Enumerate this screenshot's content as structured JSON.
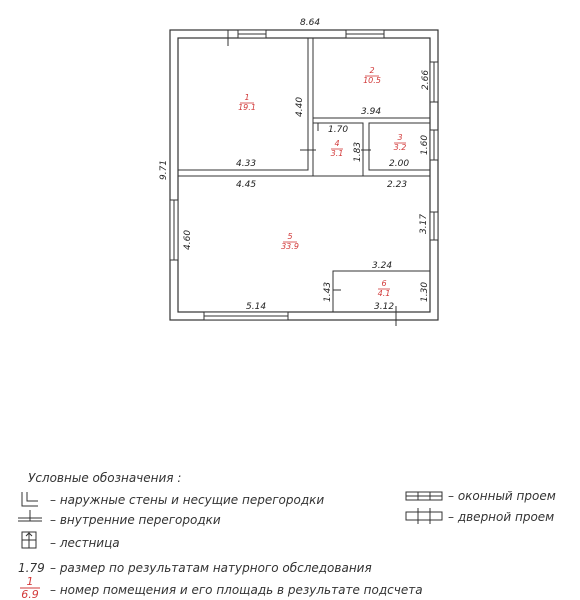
{
  "plan": {
    "dimensions": {
      "top_width": "8.64",
      "left_height": "9.71",
      "room1_height": "4.40",
      "room1_width": "4.33",
      "room2_height": "2.66",
      "room2_width": "3.94",
      "room4_width": "1.70",
      "room4_height": "1.83",
      "room3_height": "1.60",
      "room3_width": "2.00",
      "hall_top_left": "4.45",
      "hall_top_right": "2.23",
      "room5_height": "4.60",
      "room5_right_height": "3.17",
      "room5_mid_width": "3.24",
      "room6_left_height": "1.43",
      "room6_height": "1.30",
      "room5_bottom_width": "5.14",
      "room6_width": "3.12"
    },
    "rooms": [
      {
        "number": "1",
        "area": "19.1"
      },
      {
        "number": "2",
        "area": "10.5"
      },
      {
        "number": "3",
        "area": "3.2"
      },
      {
        "number": "4",
        "area": "3.1"
      },
      {
        "number": "5",
        "area": "33.9"
      },
      {
        "number": "6",
        "area": "4.1"
      }
    ]
  },
  "legend": {
    "title": "Условные обозначения :",
    "external_walls": "– наружные стены и несущие перегородки",
    "internal_partitions": "– внутренние перегородки",
    "stairs": "– лестница",
    "sample_dimension": "1.79",
    "dimension_text": "– размер по результатам натурного обследования",
    "sample_room_number": "1",
    "sample_room_area": "6.9",
    "room_text": "– номер помещения и его площадь в результате подсчета",
    "window": "– оконный проем",
    "door": "– дверной проем"
  },
  "colors": {
    "walls": "#333333",
    "room_labels": "#d23a3a"
  }
}
